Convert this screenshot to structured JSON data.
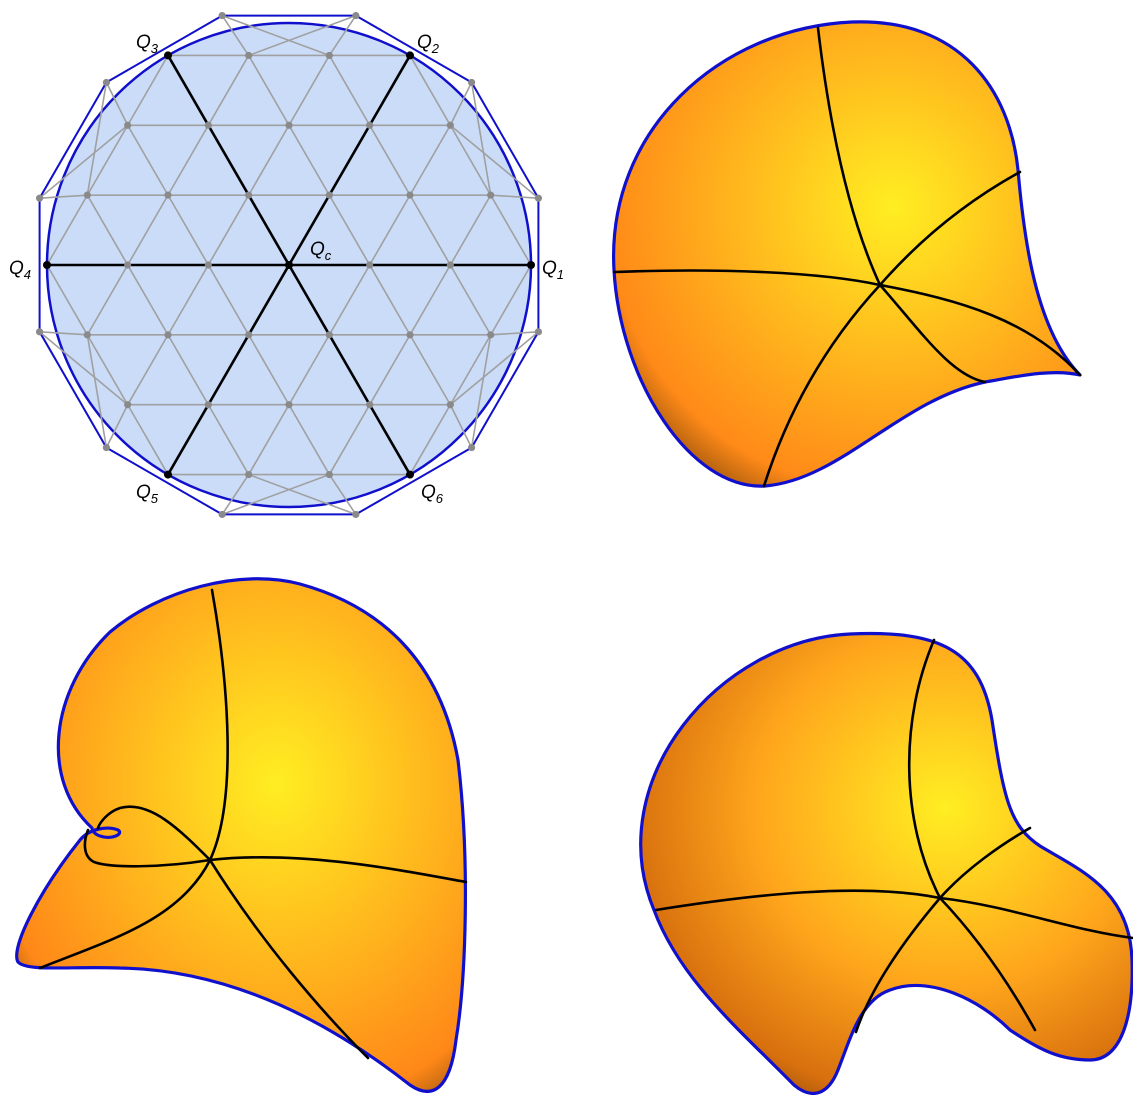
{
  "labels": {
    "q1": {
      "main": "Q",
      "sub": "1"
    },
    "q2": {
      "main": "Q",
      "sub": "2"
    },
    "q3": {
      "main": "Q",
      "sub": "3"
    },
    "q4": {
      "main": "Q",
      "sub": "4"
    },
    "q5": {
      "main": "Q",
      "sub": "5"
    },
    "q6": {
      "main": "Q",
      "sub": "6"
    },
    "qc": {
      "main": "Q",
      "sub": "c"
    }
  },
  "colors": {
    "disk_fill": "#cadcf8",
    "outline_blue": "#1010cc",
    "grid_gray": "#a0a0a0",
    "vertex_gray": "#8a8a8a",
    "spoke_black": "#000000",
    "surface_highlight": "#ffee22",
    "surface_mid": "#ff9a1a",
    "surface_dark": "#4a2c06"
  }
}
